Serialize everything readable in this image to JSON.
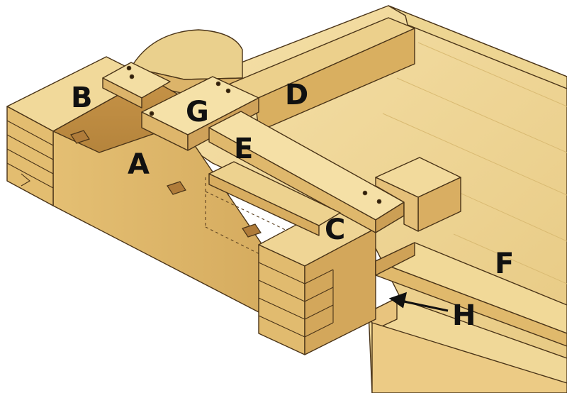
{
  "labels": {
    "a": "A",
    "b": "B",
    "c": "C",
    "d": "D",
    "e": "E",
    "f": "F",
    "g": "G",
    "h": "H"
  },
  "colors": {
    "wood_top": "#f3dc9f",
    "wood_light": "#ecd089",
    "wood_mid": "#dcb66a",
    "wood_shadow": "#c99a4a",
    "wood_dark": "#a8763a",
    "outline": "#4a3418",
    "hidden_line": "#5a4020",
    "label": "#111111"
  }
}
